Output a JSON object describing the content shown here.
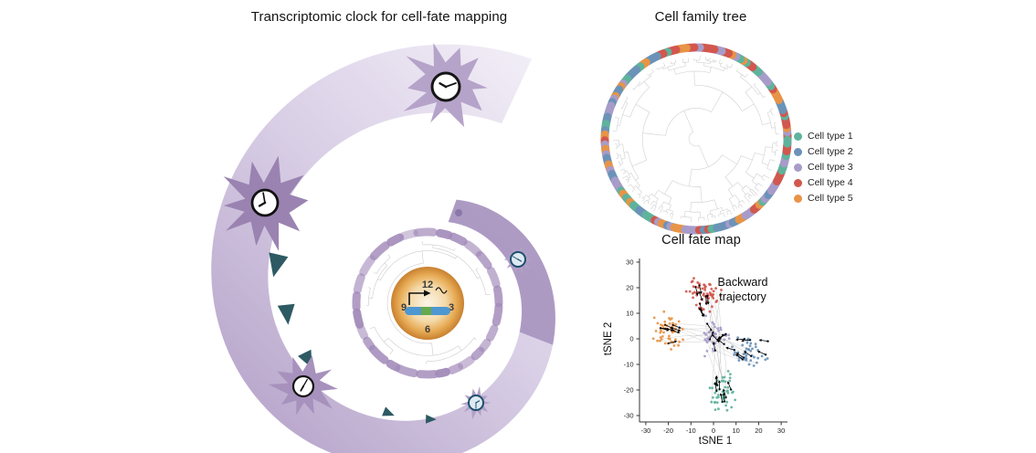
{
  "left_panel": {
    "title": "Transcriptomic clock for cell-fate mapping",
    "clock_numbers": [
      "12",
      "3",
      "6",
      "9"
    ],
    "colors": {
      "spiral_light": "#f2eef7",
      "spiral_dark": "#b3a0c7",
      "cell_fill": "#a791bd",
      "triangle": "#2d5a63",
      "dashed_ring": "#a38cba",
      "clock_glow": "#e7ab55",
      "gene_bar_blue": "#4f97d0",
      "gene_bar_green": "#67a94d"
    }
  },
  "family_tree": {
    "title": "Cell family tree",
    "branch_color": "#c3c3c3",
    "legend": [
      {
        "label": "Cell type 1",
        "color": "#5fb39c"
      },
      {
        "label": "Cell type 2",
        "color": "#6b93b8"
      },
      {
        "label": "Cell type 3",
        "color": "#a79cc9"
      },
      {
        "label": "Cell type 4",
        "color": "#d2574e"
      },
      {
        "label": "Cell type 5",
        "color": "#e79447"
      }
    ],
    "ring_segments_approx": 105
  },
  "fate_map": {
    "title": "Cell fate map",
    "annotation": "Backward trajectory",
    "xlabel": "tSNE 1",
    "ylabel": "tSNE 2",
    "x_ticks": [
      -30,
      -20,
      -10,
      0,
      10,
      20,
      30
    ],
    "y_ticks": [
      30,
      20,
      10,
      0,
      -10,
      -20,
      -30
    ]
  },
  "chart_data": {
    "type": "scatter",
    "title": "Cell fate map",
    "xlabel": "tSNE 1",
    "ylabel": "tSNE 2",
    "xlim": [
      -32,
      33
    ],
    "ylim": [
      -33,
      31
    ],
    "annotation": "Backward trajectory",
    "legend_position": "none",
    "grid": false,
    "clusters": [
      {
        "name": "Cell type 5",
        "color": "#e79447",
        "center": [
          -20,
          3
        ],
        "spread": [
          5,
          5
        ],
        "count": 55
      },
      {
        "name": "Cell type 4",
        "color": "#d2574e",
        "center": [
          -4,
          17
        ],
        "spread": [
          5.5,
          5
        ],
        "count": 60
      },
      {
        "name": "Cell type 3",
        "color": "#a79cc9",
        "center": [
          0,
          0
        ],
        "spread": [
          5,
          5
        ],
        "count": 45
      },
      {
        "name": "Cell type 2",
        "color": "#6b93b8",
        "center": [
          15,
          -5
        ],
        "spread": [
          5.5,
          4
        ],
        "count": 50
      },
      {
        "name": "Cell type 1",
        "color": "#5fb39c",
        "center": [
          3,
          -21
        ],
        "spread": [
          4,
          6
        ],
        "count": 50
      }
    ],
    "trajectory_style": "black arrows pointing backward toward origin over thin gray lineage lines"
  }
}
